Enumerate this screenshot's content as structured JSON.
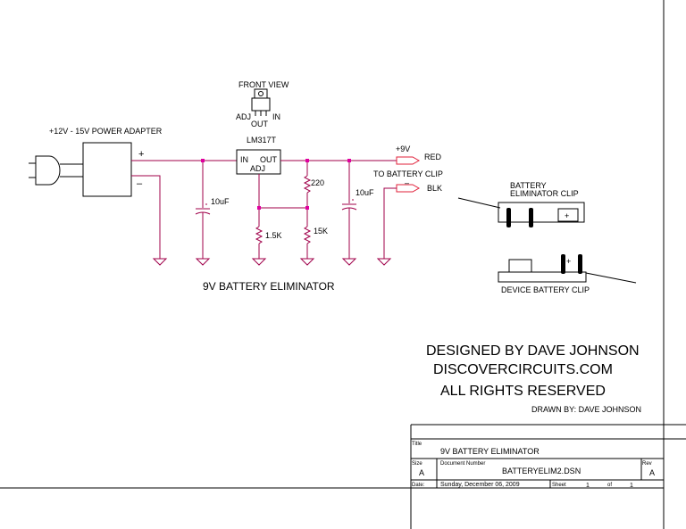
{
  "schematic": {
    "adapter_label": "+12V - 15V POWER ADAPTER",
    "plus": "+",
    "minus": "–",
    "front_view": "FRONT VIEW",
    "pin_adj": "ADJ",
    "pin_out": "OUT",
    "pin_in": "IN",
    "regulator_name": "LM317T",
    "reg_in": "IN",
    "reg_out": "OUT",
    "reg_adj": "ADJ",
    "c1": "10uF",
    "c2": "10uF",
    "r1": "220",
    "r2": "1.5K",
    "r3": "15K",
    "plus9v": "+9V",
    "red": "RED",
    "to_clip": "TO BATTERY CLIP",
    "minus_small": "–",
    "blk": "BLK",
    "title": "9V BATTERY ELIMINATOR"
  },
  "clips": {
    "eliminator_line1": "BATTERY",
    "eliminator_line2": "ELIMINATOR CLIP",
    "eliminator_plus": "+",
    "device_label": "DEVICE BATTERY CLIP",
    "device_plus": "+"
  },
  "credits": {
    "line1": "DESIGNED BY DAVE JOHNSON",
    "line2": "DISCOVERCIRCUITS.COM",
    "line3": "ALL RIGHTS RESERVED",
    "drawn_by": "DRAWN BY:  DAVE JOHNSON"
  },
  "title_block": {
    "title_label": "Title",
    "title_value": "9V BATTERY ELIMINATOR",
    "size_label": "Size",
    "size_value": "A",
    "docnum_label": "Document Number",
    "docnum_value": "BATTERYELIM2.DSN",
    "rev_label": "Rev",
    "rev_value": "A",
    "date_label": "Date:",
    "date_value": "Sunday, December 06, 2009",
    "sheet_label": "Sheet",
    "sheet_value": "1",
    "of_label": "of",
    "of_value": "1"
  }
}
